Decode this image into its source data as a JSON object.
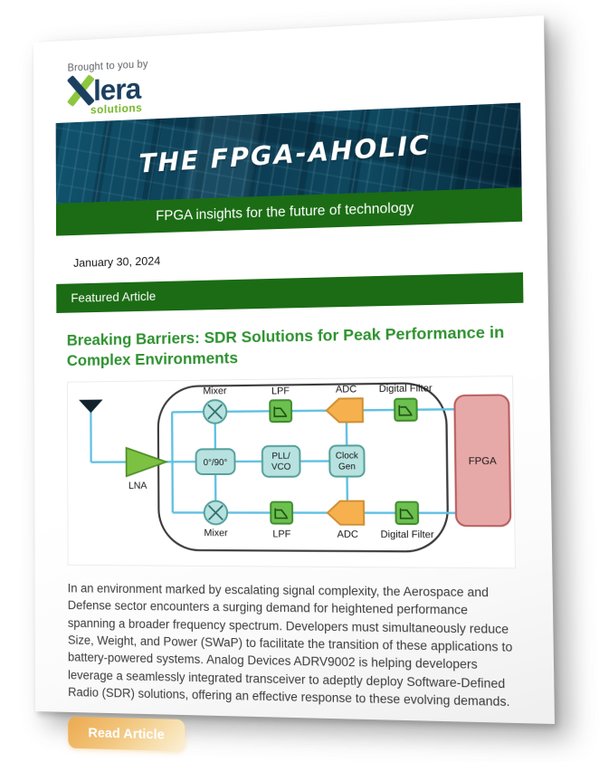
{
  "preheader": "Brought to you by",
  "logo": {
    "word": "lera",
    "sub": "solutions"
  },
  "banner": {
    "title": "THE FPGA-AHOLIC",
    "tagline": "FPGA insights for the future of technology"
  },
  "date": "January 30, 2024",
  "featured_label": "Featured Article",
  "article": {
    "title": "Breaking Barriers: SDR Solutions for Peak Performance in Complex Environments",
    "body": "In an environment marked by escalating signal complexity, the Aerospace and Defense sector encounters a surging demand for heightened performance spanning a broader frequency spectrum. Developers must simultaneously reduce Size, Weight, and Power (SWaP) to facilitate the transition of these applications to battery-powered systems. Analog Devices ADRV9002 is helping developers leverage a seamlessly integrated transceiver to adeptly deploy Software-Defined Radio (SDR) solutions, offering an effective response to these evolving demands.",
    "cta": "Read Article"
  },
  "diagram": {
    "lna": "LNA",
    "mixer_top": "Mixer",
    "mixer_bottom": "Mixer",
    "lpf_top": "LPF",
    "lpf_bottom": "LPF",
    "adc_top": "ADC",
    "adc_bottom": "ADC",
    "digital_filter_top": "Digital Filter",
    "digital_filter_bottom": "Digital Filter",
    "phase": "0°/90°",
    "pll_line1": "PLL/",
    "pll_line2": "VCO",
    "clock_line1": "Clock",
    "clock_line2": "Gen",
    "fpga": "FPGA"
  },
  "colors": {
    "green_bar": "#1b6c14",
    "title_green": "#2e9230",
    "logo_navy": "#1b3f5f",
    "logo_lime": "#8dc63f",
    "banner_teal": "#0c3f54",
    "wire_blue": "#5fc0e2",
    "box_teal_fill": "#b7e2e0",
    "box_teal_border": "#54a09b",
    "filter_green_fill": "#6cc04f",
    "filter_green_border": "#3f8c2c",
    "adc_orange_fill": "#f6b14e",
    "adc_orange_border": "#cf8f33",
    "fpga_pink_fill": "#e7a8a8",
    "fpga_pink_border": "#b85c5c",
    "cta_gold": "#eda94e"
  }
}
